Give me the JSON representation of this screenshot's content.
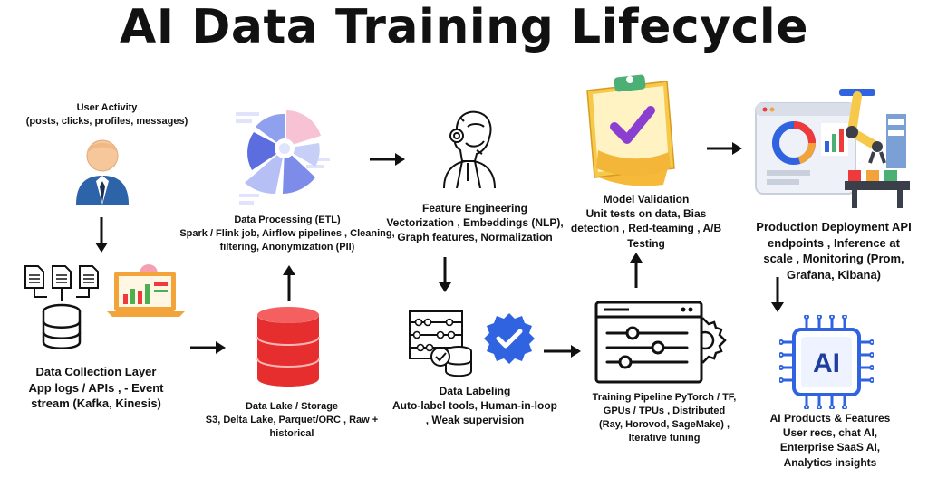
{
  "title": "AI Data Training Lifecycle",
  "nodes": {
    "user_activity": {
      "title": "User Activity",
      "detail": "(posts, clicks, profiles, messages)"
    },
    "data_collection": {
      "line1": "Data Collection Layer",
      "line2": "App logs / APIs  , - Event",
      "line3": "stream  (Kafka, Kinesis)"
    },
    "data_processing": {
      "line1": "Data Processing (ETL)",
      "line2": "Spark / Flink job, Airflow pipelines , Cleaning,",
      "line3": "filtering, Anonymization (PII)"
    },
    "data_lake": {
      "line1": "Data Lake / Storage",
      "line2": "S3, Delta Lake, Parquet/ORC , Raw +",
      "line3": "historical"
    },
    "feature_engineering": {
      "line1": "Feature Engineering",
      "line2": "Vectorization , Embeddings (NLP),",
      "line3": "Graph features, Normalization"
    },
    "data_labeling": {
      "line1": "Data Labeling",
      "line2": "Auto-label tools, Human-in-loop",
      "line3": ", Weak supervision"
    },
    "training_pipeline": {
      "line1": "Training Pipeline PyTorch / TF,",
      "line2": "GPUs / TPUs , Distributed",
      "line3": "(Ray, Horovod, SageMake) ,",
      "line4": "Iterative tuning"
    },
    "model_validation": {
      "line1": "Model Validation",
      "line2": "Unit tests on data, Bias",
      "line3": "detection , Red-teaming , A/B",
      "line4": "Testing"
    },
    "production_deployment": {
      "line1": "Production Deployment API",
      "line2": "endpoints , Inference at",
      "line3": "scale , Monitoring (Prom,",
      "line4": "Grafana, Kibana)"
    },
    "ai_products": {
      "line1": "AI Products & Features",
      "line2": "User recs, chat AI,",
      "line3": "Enterprise SaaS AI,",
      "line4": "Analytics insights",
      "chip_text": "AI"
    }
  },
  "colors": {
    "accent_blue": "#2f63e0",
    "red_db": "#ee3a3a",
    "laptop_orange": "#f2a43a",
    "clipboard_yellow": "#f6c94a",
    "check_purple": "#8a3fd0",
    "skin": "#f6c79a",
    "suit": "#2d63a8"
  }
}
